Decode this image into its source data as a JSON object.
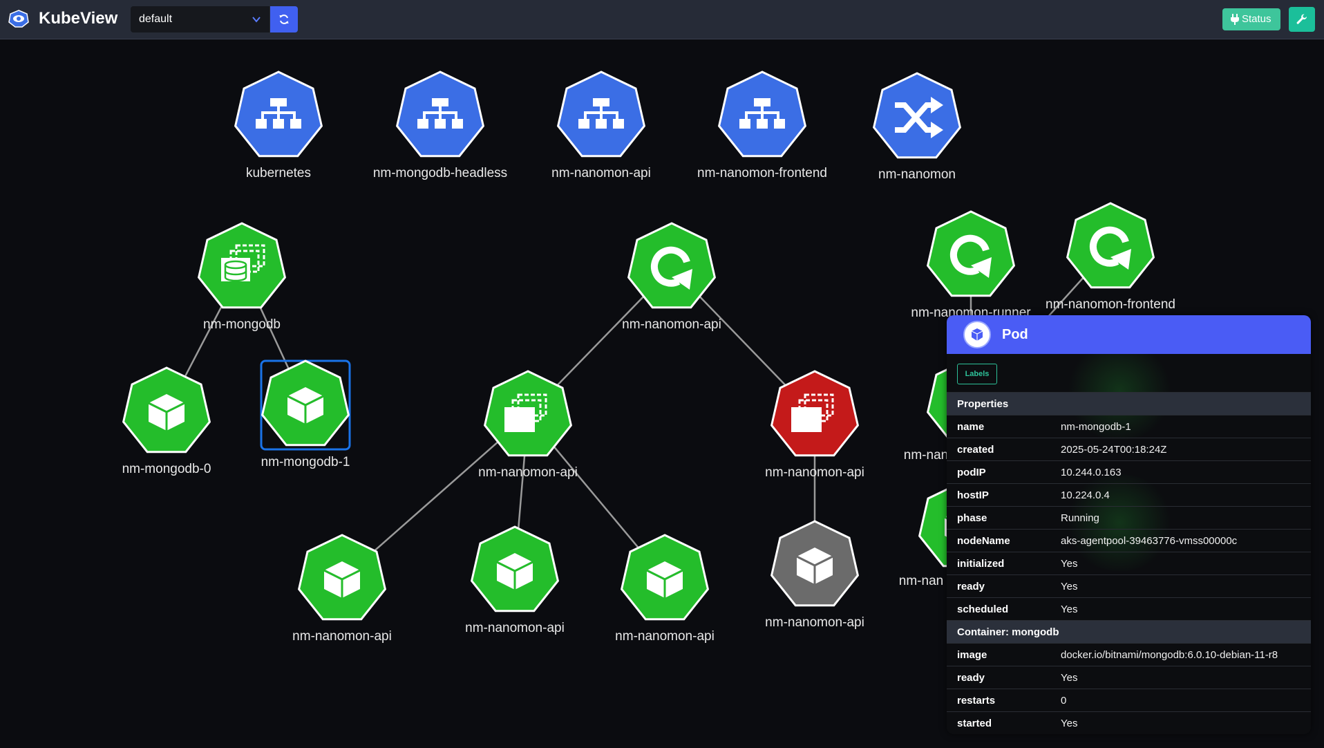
{
  "header": {
    "app_title": "KubeView",
    "namespace": "default",
    "status_label": "Status"
  },
  "colors": {
    "service": "#3b6ee5",
    "healthy": "#24bd2b",
    "failed": "#c41a1a",
    "pending": "#6b6b6b",
    "accent": "#4a5cf5",
    "topbar": "#262b37"
  },
  "graph": {
    "nodes": [
      {
        "id": "svc-kubernetes",
        "label": "kubernetes",
        "icon": "service-icon",
        "status": "service"
      },
      {
        "id": "svc-mongodb-headless",
        "label": "nm-mongodb-headless",
        "icon": "service-icon",
        "status": "service"
      },
      {
        "id": "svc-nanomon-api",
        "label": "nm-nanomon-api",
        "icon": "service-icon",
        "status": "service"
      },
      {
        "id": "svc-nanomon-frontend",
        "label": "nm-nanomon-frontend",
        "icon": "service-icon",
        "status": "service"
      },
      {
        "id": "svc-nanomon",
        "label": "nm-nanomon",
        "icon": "ingress-icon",
        "status": "service"
      },
      {
        "id": "sts-mongodb",
        "label": "nm-mongodb",
        "icon": "statefulset-icon",
        "status": "healthy"
      },
      {
        "id": "pod-mongodb-0",
        "label": "nm-mongodb-0",
        "icon": "pod-icon",
        "status": "healthy"
      },
      {
        "id": "pod-mongodb-1",
        "label": "nm-mongodb-1",
        "icon": "pod-icon",
        "status": "healthy",
        "selected": true
      },
      {
        "id": "deploy-api",
        "label": "nm-nanomon-api",
        "icon": "deployment-icon",
        "status": "healthy"
      },
      {
        "id": "rs-api-a",
        "label": "nm-nanomon-api",
        "icon": "replicaset-icon",
        "status": "healthy"
      },
      {
        "id": "rs-api-b",
        "label": "nm-nanomon-api",
        "icon": "replicaset-icon",
        "status": "failed"
      },
      {
        "id": "pod-api-1",
        "label": "nm-nanomon-api",
        "icon": "pod-icon",
        "status": "healthy"
      },
      {
        "id": "pod-api-2",
        "label": "nm-nanomon-api",
        "icon": "pod-icon",
        "status": "healthy"
      },
      {
        "id": "pod-api-3",
        "label": "nm-nanomon-api",
        "icon": "pod-icon",
        "status": "healthy"
      },
      {
        "id": "pod-api-4",
        "label": "nm-nanomon-api",
        "icon": "pod-icon",
        "status": "pending"
      },
      {
        "id": "deploy-runner",
        "label": "nm-nanomon-runner",
        "icon": "deployment-icon",
        "status": "healthy"
      },
      {
        "id": "deploy-frontend",
        "label": "nm-nanomon-frontend",
        "icon": "deployment-icon",
        "status": "healthy"
      },
      {
        "id": "rs-hidden",
        "label": "nm-nan",
        "icon": "replicaset-icon",
        "status": "healthy"
      },
      {
        "id": "pod-hidden",
        "label": "nm-nan",
        "icon": "pod-icon",
        "status": "healthy"
      }
    ],
    "edges": [
      [
        "sts-mongodb",
        "pod-mongodb-0"
      ],
      [
        "sts-mongodb",
        "pod-mongodb-1"
      ],
      [
        "deploy-api",
        "rs-api-a"
      ],
      [
        "deploy-api",
        "rs-api-b"
      ],
      [
        "rs-api-a",
        "pod-api-1"
      ],
      [
        "rs-api-a",
        "pod-api-2"
      ],
      [
        "rs-api-a",
        "pod-api-3"
      ],
      [
        "rs-api-b",
        "pod-api-4"
      ],
      [
        "deploy-runner",
        "rs-hidden"
      ],
      [
        "deploy-frontend",
        "rs-hidden"
      ]
    ]
  },
  "panel": {
    "title": "Pod",
    "labels_button": "Labels",
    "properties_heading": "Properties",
    "properties": [
      {
        "key": "name",
        "value": "nm-mongodb-1"
      },
      {
        "key": "created",
        "value": "2025-05-24T00:18:24Z"
      },
      {
        "key": "podIP",
        "value": "10.244.0.163"
      },
      {
        "key": "hostIP",
        "value": "10.224.0.4"
      },
      {
        "key": "phase",
        "value": "Running"
      },
      {
        "key": "nodeName",
        "value": "aks-agentpool-39463776-vmss00000c"
      },
      {
        "key": "initialized",
        "value": "Yes"
      },
      {
        "key": "ready",
        "value": "Yes"
      },
      {
        "key": "scheduled",
        "value": "Yes"
      }
    ],
    "container_heading": "Container: mongodb",
    "container": [
      {
        "key": "image",
        "value": "docker.io/bitnami/mongodb:6.0.10-debian-11-r8"
      },
      {
        "key": "ready",
        "value": "Yes"
      },
      {
        "key": "restarts",
        "value": "0"
      },
      {
        "key": "started",
        "value": "Yes"
      }
    ]
  }
}
